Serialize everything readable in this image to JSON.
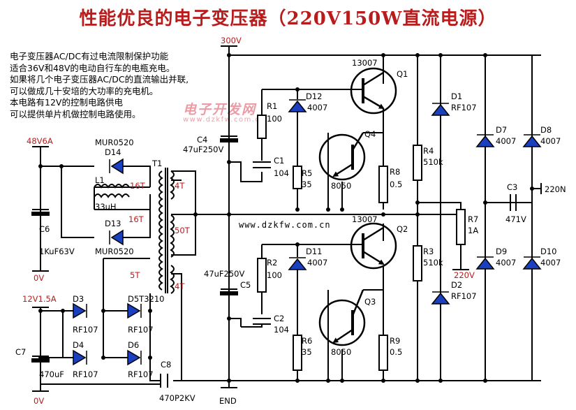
{
  "title": "性能优良的电子变压器（220V150W直流电源）",
  "notes": [
    "电子变压器AC/DC有过电流限制保护功能",
    "适合36V和48V的电动自行车的电瓶充电。",
    "如果将几个电子变压器AC/DC的直流输出并联,",
    "可以做成几十安培的大功率的充电机。",
    "本电路有12V的控制电路供电",
    "可以提供单片机做控制电路使用。"
  ],
  "watermark": {
    "cn": "电子开发网",
    "url": "www.dzkfw.com.cn"
  },
  "website": "www.dzkfw.com.cn",
  "labels": {
    "v300": "300V",
    "end": "END",
    "v48": "48V6A",
    "v0a": "0V",
    "v12": "12V1.5A",
    "v0b": "0V",
    "v220": "220V",
    "n220": "220N",
    "D14": "D14",
    "D14v": "MUR0520",
    "L1": "L1",
    "L1v": "33uH",
    "D13": "D13",
    "D13v": "MUR0520",
    "C6": "C6",
    "C6v": "1KuF63V",
    "T1": "T1",
    "t16a": "16T",
    "t16b": "16T",
    "t4a": "4T",
    "t50": "50T",
    "t4b": "4T",
    "t5": "5T",
    "D3": "D3",
    "D3v": "RF107",
    "D5": "D5T3210",
    "D5v": "RF107",
    "D4": "D4",
    "D4v": "RF107",
    "D6": "D6",
    "D6v": "RF107",
    "C7": "C7",
    "C7v": "470uF",
    "C8": "C8",
    "C8v": "470P2KV",
    "C4": "C4",
    "C4v": "47uF250V",
    "C5": "C5",
    "C5v": "47uF250V",
    "R1": "R1",
    "R1v": "100",
    "R2": "R2",
    "R2v": "100",
    "C1": "C1",
    "C1v": "104",
    "C2": "C2",
    "C2v": "104",
    "D12": "D12",
    "D12v": "4007",
    "D11": "D11",
    "D11v": "4007",
    "R5": "R5",
    "R5v": "35",
    "R6": "R6",
    "R6v": "35",
    "Q1": "Q1",
    "Q1v": "13007",
    "Q2": "Q2",
    "Q2v": "13007",
    "Q4": "Q4",
    "Q4v": "8050",
    "Q3": "Q3",
    "Q3v": "8050",
    "R8": "R8",
    "R8v": "0.5",
    "R9": "R9",
    "R9v": "0.5",
    "R4": "R4",
    "R4v": "510k",
    "R3": "R3",
    "R3v": "510k",
    "D1": "D1",
    "D1v": "RF107",
    "D2": "D2",
    "D2v": "RF107",
    "R7": "R7",
    "R7v": "1A",
    "D7": "D7",
    "D7v": "4007",
    "D8": "D8",
    "D8v": "4007",
    "D9": "D9",
    "D9v": "4007",
    "D10": "D10",
    "D10v": "4007",
    "C3": "C3",
    "C3v": "471V"
  }
}
